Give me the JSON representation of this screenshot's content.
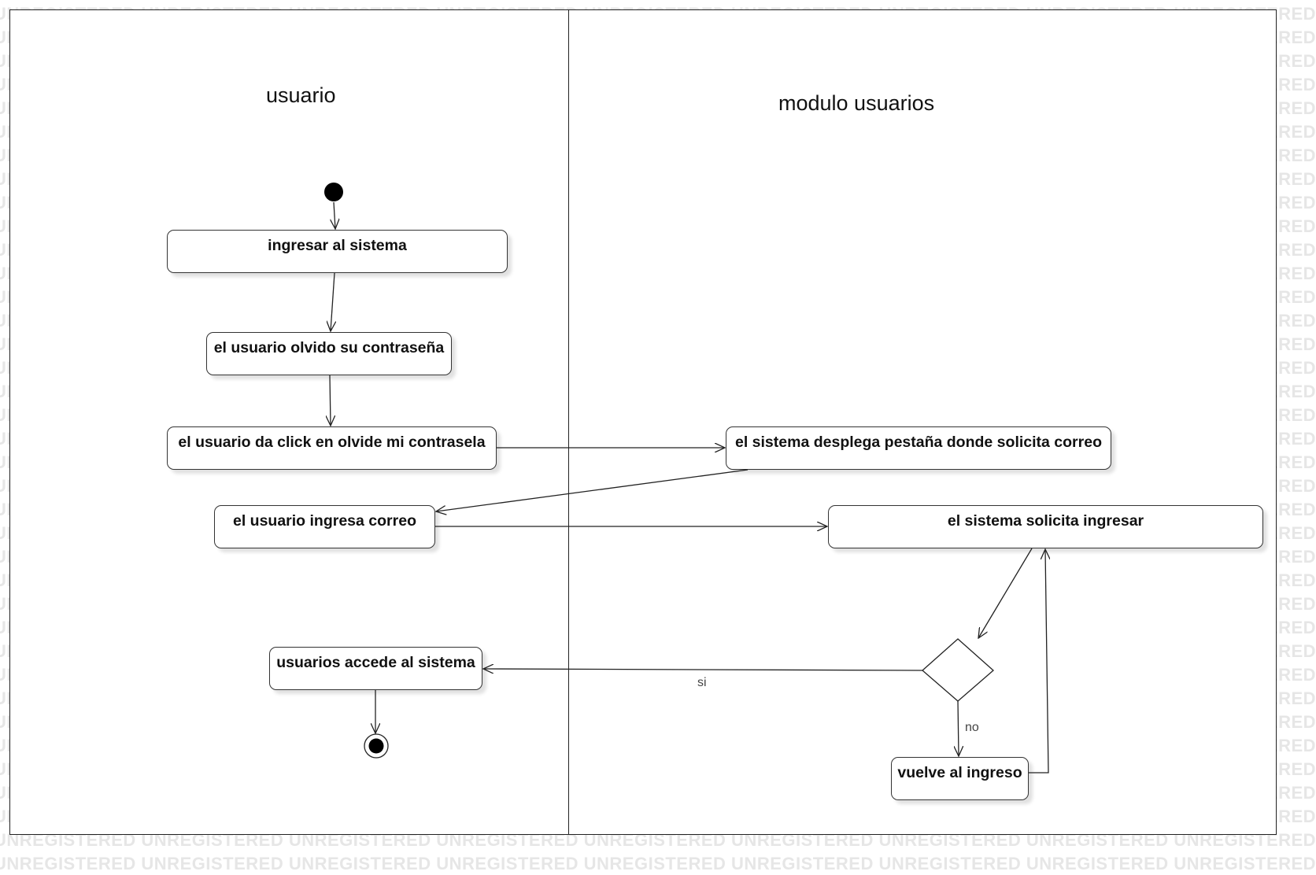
{
  "watermark": {
    "text": "UNREGISTERED"
  },
  "lanes": [
    {
      "title": "usuario"
    },
    {
      "title": "modulo usuarios"
    }
  ],
  "actions": [
    {
      "label": "ingresar al sistema"
    },
    {
      "label": "el usuario olvido su contraseña"
    },
    {
      "label": "el usuario da click en olvide mi contrasela"
    },
    {
      "label": "el sistema desplega pestaña donde solicita correo"
    },
    {
      "label": "el usuario ingresa correo"
    },
    {
      "label": "el sistema solicita ingresar"
    },
    {
      "label": "usuarios accede al sistema"
    },
    {
      "label": "vuelve al ingreso"
    }
  ],
  "edge_labels": {
    "yes": "si",
    "no": "no"
  },
  "colors": {
    "line": "#222222",
    "node_fill": "#000000",
    "watermark": "#e6e6e6"
  }
}
